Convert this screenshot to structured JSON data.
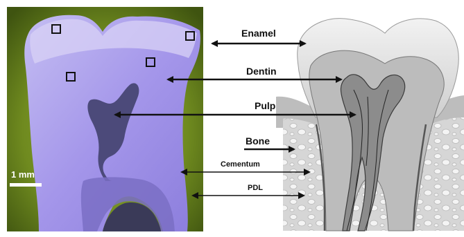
{
  "labels": {
    "enamel": "Enamel",
    "dentin": "Dentin",
    "pulp": "Pulp",
    "bone": "Bone",
    "cementum": "Cementum",
    "pdl": "PDL"
  },
  "scale_bar": {
    "text": "1 mm"
  },
  "colors": {
    "photo_background": "#6f8a1f",
    "tooth_section": "#9f92e6",
    "pulp_dark": "#4c4a7a",
    "diagram_gray": "#d9d9d9",
    "arrow": "#111111"
  }
}
